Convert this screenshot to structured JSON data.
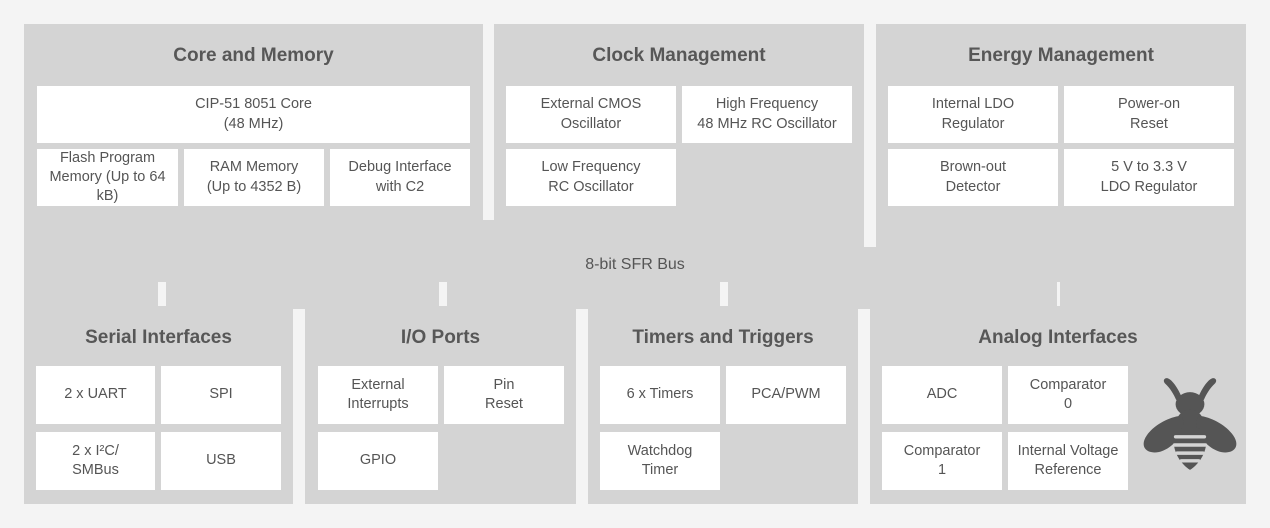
{
  "theme": {
    "page_background": "#f4f4f4",
    "panel_background": "#d4d4d4",
    "cell_background": "#ffffff",
    "text_color": "#555555",
    "title_color": "#575757",
    "logo_color": "#555555"
  },
  "bus": {
    "label": "8-bit SFR Bus"
  },
  "groups": {
    "core_and_memory": {
      "title": "Core and Memory",
      "cells": [
        "CIP-51 8051 Core\n(48 MHz)",
        "Flash Program\nMemory (Up to 64 kB)",
        "RAM Memory\n(Up to 4352 B)",
        "Debug Interface\nwith C2"
      ]
    },
    "clock_management": {
      "title": "Clock Management",
      "cells": [
        "External CMOS\nOscillator",
        "High Frequency\n48 MHz RC Oscillator",
        "Low Frequency\nRC Oscillator",
        ""
      ]
    },
    "energy_management": {
      "title": "Energy Management",
      "cells": [
        "Internal LDO\nRegulator",
        "Power-on\nReset",
        "Brown-out\nDetector",
        "5 V to 3.3 V\nLDO Regulator"
      ]
    },
    "serial_interfaces": {
      "title": "Serial Interfaces",
      "cells": [
        "2 x UART",
        "SPI",
        "2 x I²C/\nSMBus",
        "USB"
      ]
    },
    "io_ports": {
      "title": "I/O Ports",
      "cells": [
        "External\nInterrupts",
        "Pin\nReset",
        "GPIO",
        ""
      ]
    },
    "timers_and_triggers": {
      "title": "Timers and Triggers",
      "cells": [
        "6 x Timers",
        "PCA/PWM",
        "Watchdog\nTimer",
        ""
      ]
    },
    "analog_interfaces": {
      "title": "Analog Interfaces",
      "cells": [
        "ADC",
        "Comparator\n0",
        "Comparator\n1",
        "Internal Voltage\nReference"
      ],
      "logo": "bee-icon"
    }
  }
}
